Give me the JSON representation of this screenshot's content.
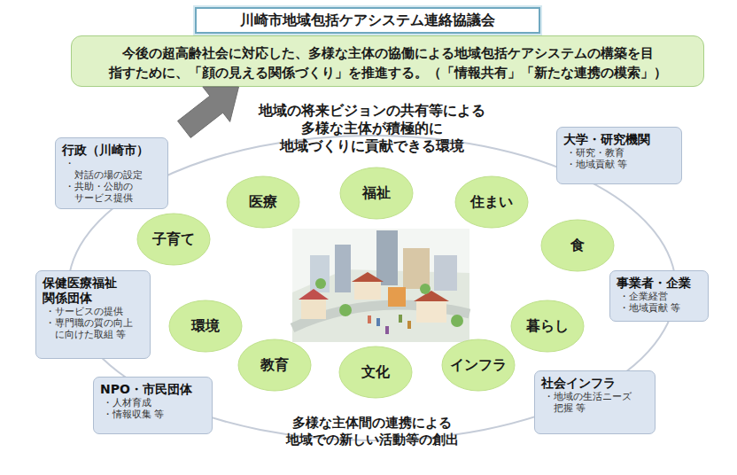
{
  "diagram": {
    "nodes": [
      {
        "text": [
          "川崎市地域包括ケアシステム連絡協議会",
          "今後の超高齢社会に対応した、多様な主体の協働による地域包括ケアシステムの構築を目 指すために、「顔の見える関係づくり」を推進する。（「情報共有」「新たな連携の模索」）"
        ]
      },
      {
        "text": [
          "地域の将来ビジョンの共有等による 多様な主体が積極的に 地域づくりに貢献できる環境",
          "多様な主体間の連携による 地域での新しい活動等の創出"
        ]
      },
      {
        "text": [
          "行政（川崎市）",
          "・対話の場の設定",
          "・共助・公助の サービス提供"
        ]
      },
      {
        "text": [
          "医療"
        ],
        "in": 1
      },
      {
        "text": [
          "福祉"
        ],
        "in": 1
      },
      {
        "text": [
          "住まい"
        ],
        "in": 1
      },
      {
        "text": [
          "大学・研究機関",
          "・研究・教育",
          "・地域貢献 等"
        ]
      },
      {
        "text": [
          "子育て"
        ],
        "in": 1
      },
      {
        "text": [
          "食"
        ],
        "in": 1
      },
      {
        "text": [
          "保健医療福祉 関係団体",
          "・サービスの提供",
          "・専門職の質の向上 に向けた取組 等"
        ]
      },
      {
        "text": [
          "環境"
        ],
        "in": 1
      },
      {
        "text": [
          "暮らし"
        ],
        "in": 1
      },
      {
        "text": [
          "事業者・企業",
          "・企業経営",
          "・地域貢献 等"
        ]
      },
      {
        "text": [
          "教育"
        ],
        "in": 1
      },
      {
        "text": [
          "文化"
        ],
        "in": 1
      },
      {
        "text": [
          "インフラ"
        ],
        "in": 1
      },
      {
        "text": [
          "NPO・市民団体",
          "・人材育成",
          "・情報収集 等"
        ]
      },
      {
        "text": [
          "社会インフラ",
          "・地域の生活ニーズ 把握 等"
        ]
      }
    ],
    "edges": [
      {
        "from": 1,
        "to": 0,
        "arrow": "to"
      }
    ]
  }
}
